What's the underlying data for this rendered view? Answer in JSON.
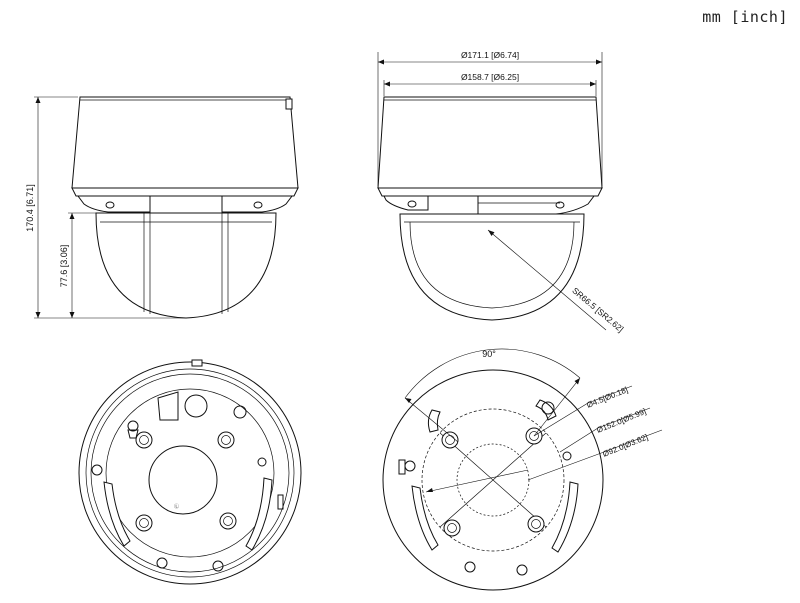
{
  "units_label": "mm [inch]",
  "side_view": {
    "height_total": "170.4 [6.71]",
    "height_dome": "77.6 [3.06]"
  },
  "front_view": {
    "width_outer": "Ø171.1 [Ø6.74]",
    "width_inner": "Ø158.7 [Ø6.25]",
    "dome_radius": "SR66.5 [SR2.62]"
  },
  "mount_view": {
    "angle": "90°",
    "hole_dia": "Ø4.5[Ø0.18]",
    "bolt_circle_outer": "Ø152.0[Ø5.99]",
    "bolt_circle_inner": "Ø92.0[Ø3.62]"
  }
}
